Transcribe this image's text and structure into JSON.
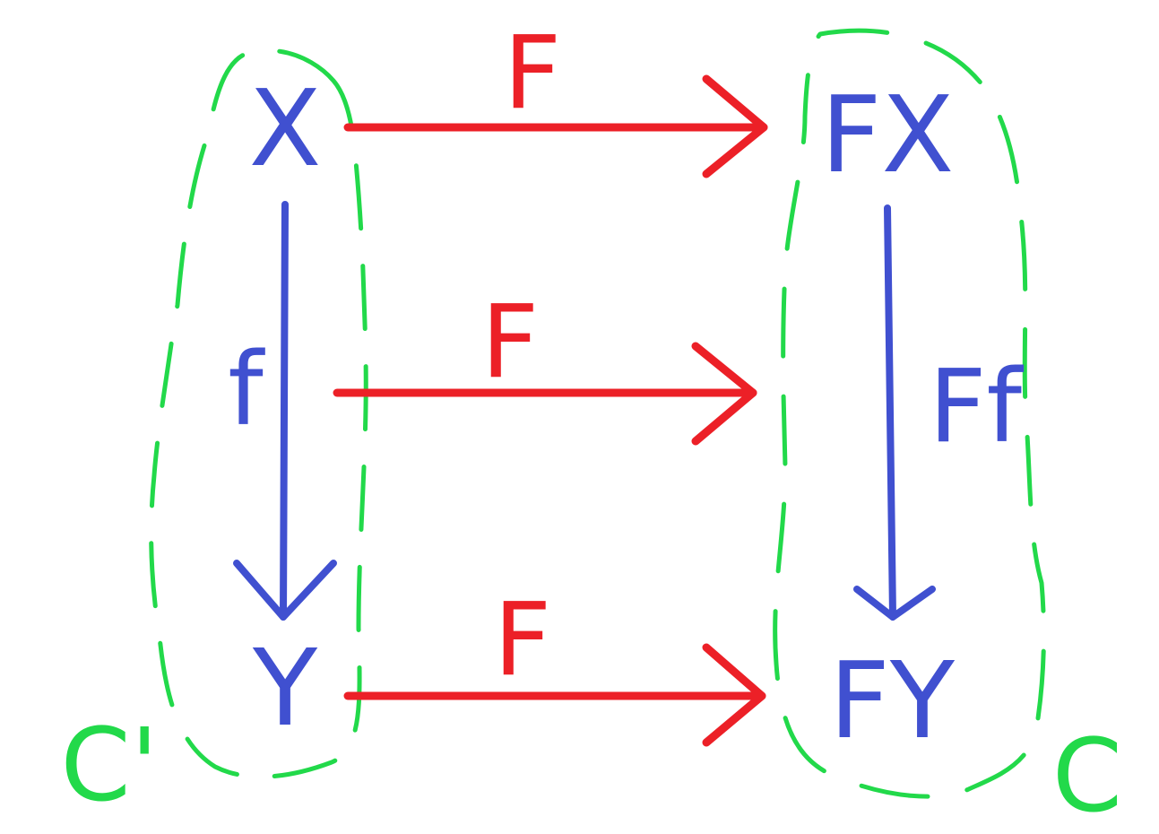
{
  "colors": {
    "object": "#4050d0",
    "functor": "#ec2027",
    "category": "#22d94a",
    "background": "#ffffff"
  },
  "objects": {
    "x": "X",
    "y": "Y",
    "fx": "FX",
    "fy": "FY"
  },
  "morphisms": {
    "f": "f",
    "ff": "Ff"
  },
  "functor_labels": {
    "top": "F",
    "middle": "F",
    "bottom": "F"
  },
  "categories": {
    "source": "C'",
    "target": "C"
  }
}
